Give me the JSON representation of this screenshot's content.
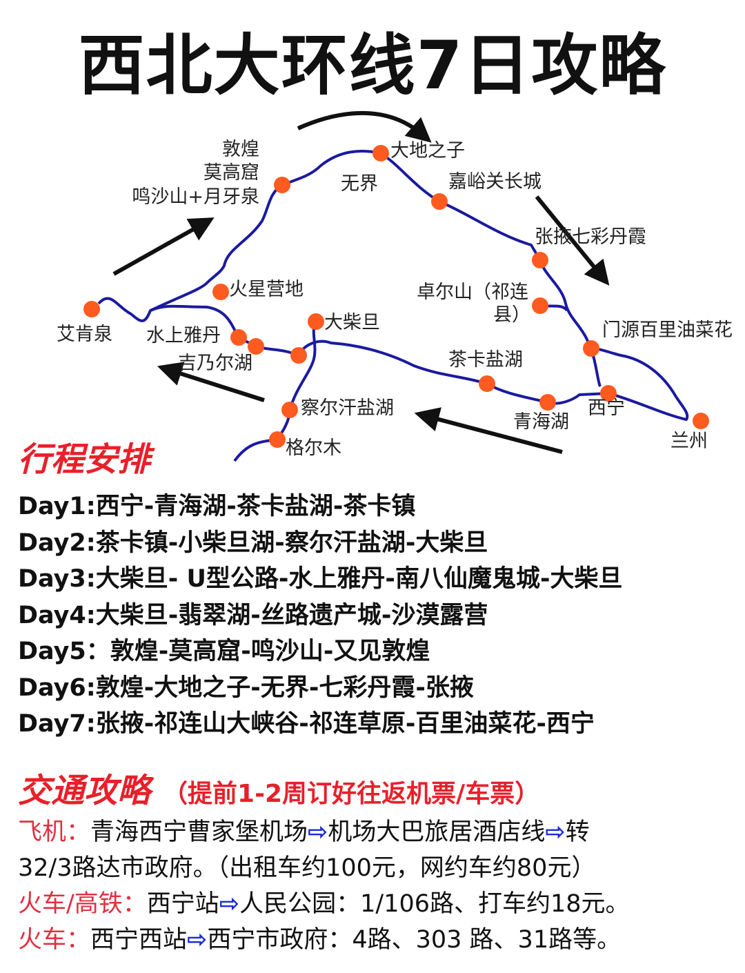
{
  "title": "西北大环线7日攻略",
  "map": {
    "places": {
      "dunhuang": "敦煌",
      "mogao": "莫高窟",
      "mingsha": "鸣沙山+月牙泉",
      "wujie": "无界",
      "dadi": "大地之子",
      "jiayuguan": "嘉峪关长城",
      "zhangye": "张掖七彩丹霞",
      "zhuoer1": "卓尔山（祁连",
      "zhuoer2": "县）",
      "menyuan": "门源百里油菜花",
      "xining": "西宁",
      "lanzhou": "兰州",
      "qinghaihu": "青海湖",
      "chaka": "茶卡盐湖",
      "dachaidan": "大柴旦",
      "chaerhan": "察尔汗盐湖",
      "geermu": "格尔木",
      "jinaier": "吉乃尔湖",
      "shuishang": "水上雅丹",
      "huoxing": "火星营地",
      "aikenquan": "艾肯泉"
    },
    "colors": {
      "route": "#1a1aa0",
      "dot": "#ff5a1f",
      "arrow": "#111111"
    }
  },
  "itinerary": {
    "heading": "行程安排",
    "days": [
      {
        "day": "Day1:",
        "route": "西宁-青海湖-茶卡盐湖-茶卡镇"
      },
      {
        "day": "Day2:",
        "route": "茶卡镇-小柴旦湖-察尔汗盐湖-大柴旦"
      },
      {
        "day": "Day3:",
        "route": "大柴旦- U型公路-水上雅丹-南八仙魔鬼城-大柴旦"
      },
      {
        "day": "Day4:",
        "route": "大柴旦-翡翠湖-丝路遗产城-沙漠露营"
      },
      {
        "day": "Day5：",
        "route": "敦煌-莫高窟-鸣沙山-又见敦煌"
      },
      {
        "day": "Day6:",
        "route": "敦煌-大地之子-无界-七彩丹霞-张掖"
      },
      {
        "day": "Day7:",
        "route": "张掖-祁连山大峡谷-祁连草原-百里油菜花-西宁"
      }
    ]
  },
  "transport": {
    "heading": "交通攻略",
    "note": "（提前1-2周订好往返机票/车票）",
    "plane_label": "飞机：",
    "plane_a": "青海西宁曹家堡机场",
    "plane_b": "机场大巴旅居酒店线",
    "plane_c": "转",
    "plane_d": "32/3路达市政府。（出租车约100元，网约车约80元）",
    "train1_label": "火车/高铁：",
    "train1_a": "西宁站",
    "train1_b": "人民公园：1/106路、打车约18元。",
    "train2_label": "火车：",
    "train2_a": "西宁西站",
    "train2_b": "西宁市政府：4路、303 路、31路等。",
    "arrow_icon": "⇨"
  }
}
